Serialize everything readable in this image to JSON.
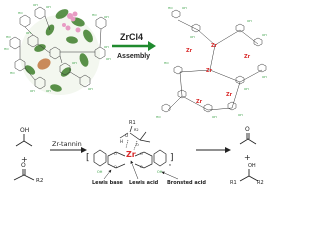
{
  "top_arrow": {
    "reagent": "ZrCl4",
    "condition": "Assembly"
  },
  "mechanism": {
    "catalyst_label": "Zr-tannin",
    "substituent_label": "R1",
    "oh_label": "OH",
    "metal_label": "Zr",
    "lewis_base_label": "Lewis base",
    "lewis_acid_label": "Lewis acid",
    "bronsted_label": "Bronsted acid",
    "ketone_label": "R2",
    "product_oh_label": "OH",
    "product_r1_label": "R1",
    "product_r2_label": "R2"
  },
  "colors": {
    "zr": "#d92b2b",
    "phenol_green": "#2e9a3a",
    "arrow_green": "#1f8a2e",
    "ink": "#222222",
    "tree_leaf": "#3f7f2c",
    "flower": "#e89bc4"
  }
}
